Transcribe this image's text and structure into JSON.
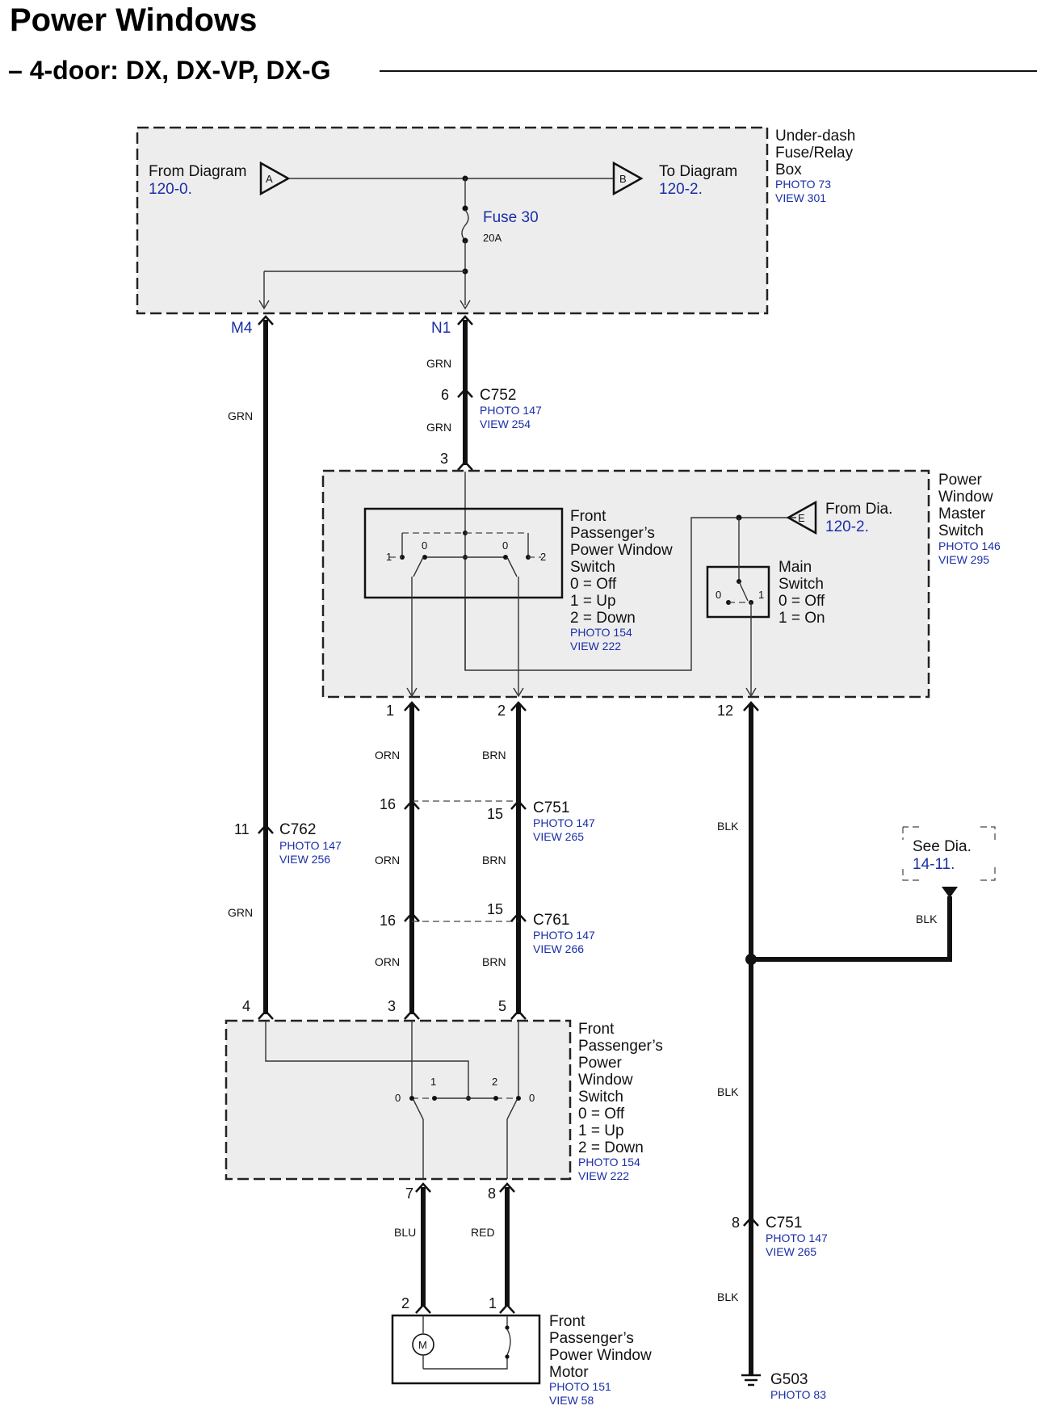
{
  "title": "Power Windows",
  "subtitle": "– 4-door: DX, DX-VP, DX-G",
  "fuse_box": {
    "name_lines": [
      "Under-dash",
      "Fuse/Relay",
      "Box"
    ],
    "photo": "PHOTO 73",
    "view": "VIEW 301",
    "from_label": "From Diagram",
    "from_ref": "120-0.",
    "from_connector": "A",
    "to_label": "To Diagram",
    "to_ref": "120-2.",
    "to_connector": "B",
    "fuse_name": "Fuse 30",
    "fuse_rating": "20A",
    "terminal_left": "M4",
    "terminal_right": "N1"
  },
  "wire_colors": {
    "grn": "GRN",
    "orn": "ORN",
    "brn": "BRN",
    "blk": "BLK",
    "blu": "BLU",
    "red": "RED"
  },
  "connectors": {
    "c752": {
      "name": "C752",
      "photo": "PHOTO 147",
      "view": "VIEW 254",
      "pin": "6"
    },
    "c751_upper": {
      "name": "C751",
      "photo": "PHOTO 147",
      "view": "VIEW 265",
      "pin_left": "16",
      "pin_right": "15"
    },
    "c761": {
      "name": "C761",
      "photo": "PHOTO 147",
      "view": "VIEW 266",
      "pin_left": "16",
      "pin_right": "15"
    },
    "c762": {
      "name": "C762",
      "photo": "PHOTO 147",
      "view": "VIEW 256",
      "pin": "11"
    },
    "c751_lower": {
      "name": "C751",
      "photo": "PHOTO 147",
      "view": "VIEW 265",
      "pin": "8"
    }
  },
  "master_switch": {
    "name_lines": [
      "Power",
      "Window",
      "Master",
      "Switch"
    ],
    "photo": "PHOTO 146",
    "view": "VIEW 295",
    "pin_in": "3",
    "pins_out": [
      "1",
      "2",
      "12"
    ],
    "from_label": "From Dia.",
    "from_ref": "120-2.",
    "from_connector": "E",
    "passenger_switch": {
      "name_lines": [
        "Front",
        "Passenger’s",
        "Power Window",
        "Switch"
      ],
      "legend": [
        "0 = Off",
        "1 = Up",
        "2 = Down"
      ],
      "photo": "PHOTO 154",
      "view": "VIEW 222",
      "positions": [
        "1",
        "0",
        "0",
        "2"
      ]
    },
    "main_switch": {
      "name_lines": [
        "Main",
        "Switch"
      ],
      "legend": [
        "0 = Off",
        "1 = On"
      ],
      "positions": [
        "0",
        "1"
      ]
    }
  },
  "passenger_switch": {
    "name_lines": [
      "Front",
      "Passenger’s",
      "Power",
      "Window",
      "Switch"
    ],
    "legend": [
      "0 = Off",
      "1 = Up",
      "2 = Down"
    ],
    "photo": "PHOTO 154",
    "view": "VIEW 222",
    "pins_in": [
      "4",
      "3",
      "5"
    ],
    "pins_out": [
      "7",
      "8"
    ],
    "positions": [
      "0",
      "1",
      "2",
      "0"
    ]
  },
  "motor": {
    "name_lines": [
      "Front",
      "Passenger’s",
      "Power Window",
      "Motor"
    ],
    "photo": "PHOTO 151",
    "view": "VIEW 58",
    "pin_left": "2",
    "pin_right": "1",
    "symbol": "M"
  },
  "see_dia": {
    "label": "See Dia.",
    "ref": "14-11."
  },
  "ground": {
    "name": "G503",
    "photo": "PHOTO 83"
  }
}
